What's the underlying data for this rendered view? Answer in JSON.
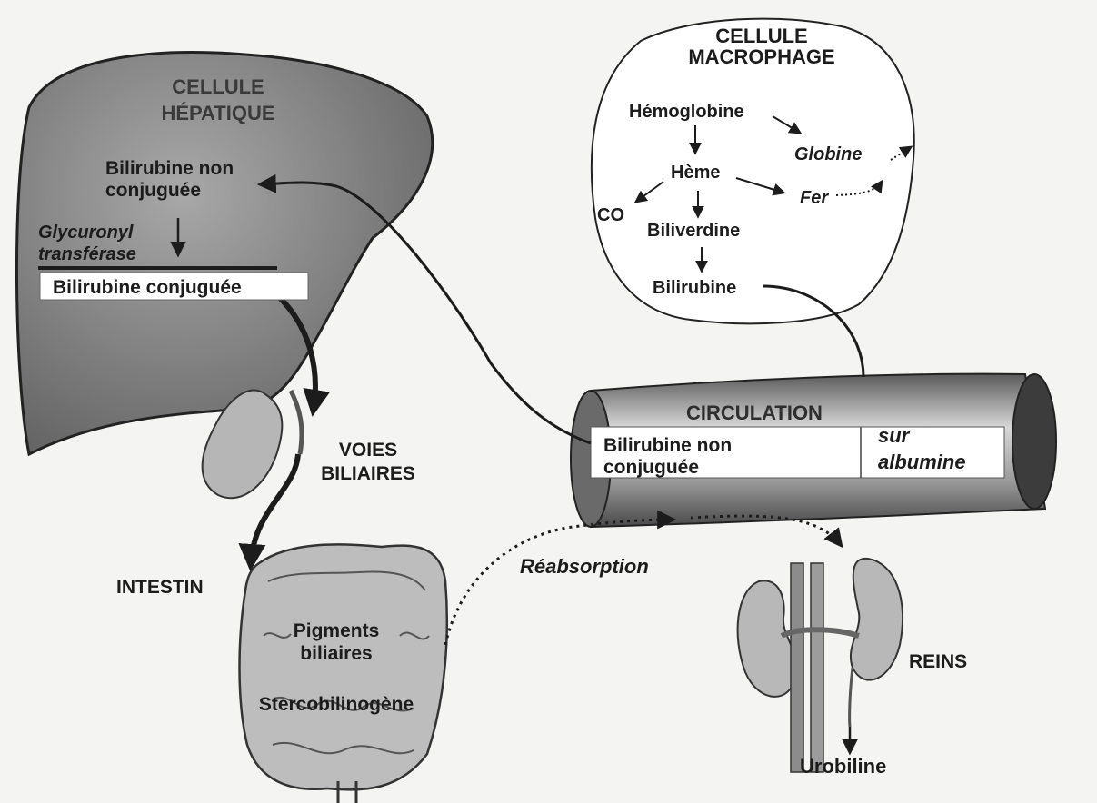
{
  "colors": {
    "background": "#f4f4f2",
    "liver": "#7a7a7a",
    "organ": "#b4b4b4",
    "ink": "#1c1c1c"
  },
  "icons": [
    "liver-shape",
    "gallbladder-shape",
    "intestine-shape",
    "kidneys-shape",
    "vessel-cylinder"
  ],
  "liver": {
    "title_line1": "CELLULE",
    "title_line2": "HÉPATIQUE",
    "unconj_line1": "Bilirubine non",
    "unconj_line2": "conjuguée",
    "enzyme_line1": "Glycuronyl",
    "enzyme_line2": "transférase",
    "conj": "Bilirubine conjuguée"
  },
  "macrophage": {
    "title_line1": "CELLULE",
    "title_line2": "MACROPHAGE",
    "hemoglobine": "Hémoglobine",
    "globine": "Globine",
    "heme": "Hème",
    "co": "CO",
    "fer": "Fer",
    "biliverdine": "Biliverdine",
    "bilirubine": "Bilirubine"
  },
  "circulation": {
    "title": "CIRCULATION",
    "unconj_line1": "Bilirubine non",
    "unconj_line2": "conjuguée",
    "carrier_line1": "sur",
    "carrier_line2": "albumine"
  },
  "voies": {
    "line1": "VOIES",
    "line2": "BILIAIRES"
  },
  "intestin": {
    "label": "INTESTIN",
    "pigments_line1": "Pigments",
    "pigments_line2": "biliaires",
    "sterco": "Stercobilinogène"
  },
  "reabsorption": "Réabsorption",
  "reins": "REINS",
  "urobiline": "Urobiline"
}
